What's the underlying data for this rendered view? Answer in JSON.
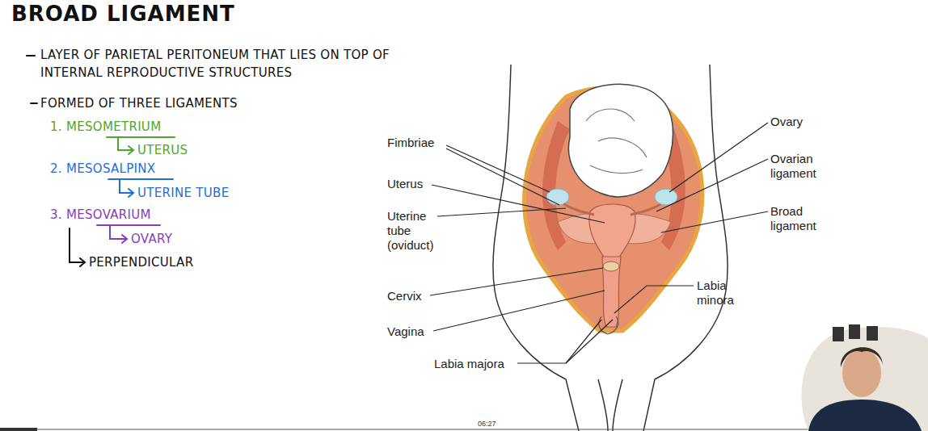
{
  "diagram": {
    "title": "BROAD LIGAMENT",
    "labels": [
      "LAYER OF PARIETAL PERITONEUM THAT LIES ON TOP OF INTERNAL REPRODUCTIVE STRUCTURES",
      "FORMED OF THREE LIGAMENTS",
      "1. MESOMETRIUM",
      "UTERUS",
      "2. MESOSALPINX",
      "UTERINE TUBE",
      "3. MESOVARIUM",
      "OVARY",
      "PERPENDICULAR",
      "Fimbriae",
      "Uterus",
      "Uterine tube (oviduct)",
      "Cervix",
      "Vagina",
      "Labia majora",
      "Ovary",
      "Ovarian ligament",
      "Broad ligament",
      "Labia minora",
      "06:27"
    ]
  }
}
